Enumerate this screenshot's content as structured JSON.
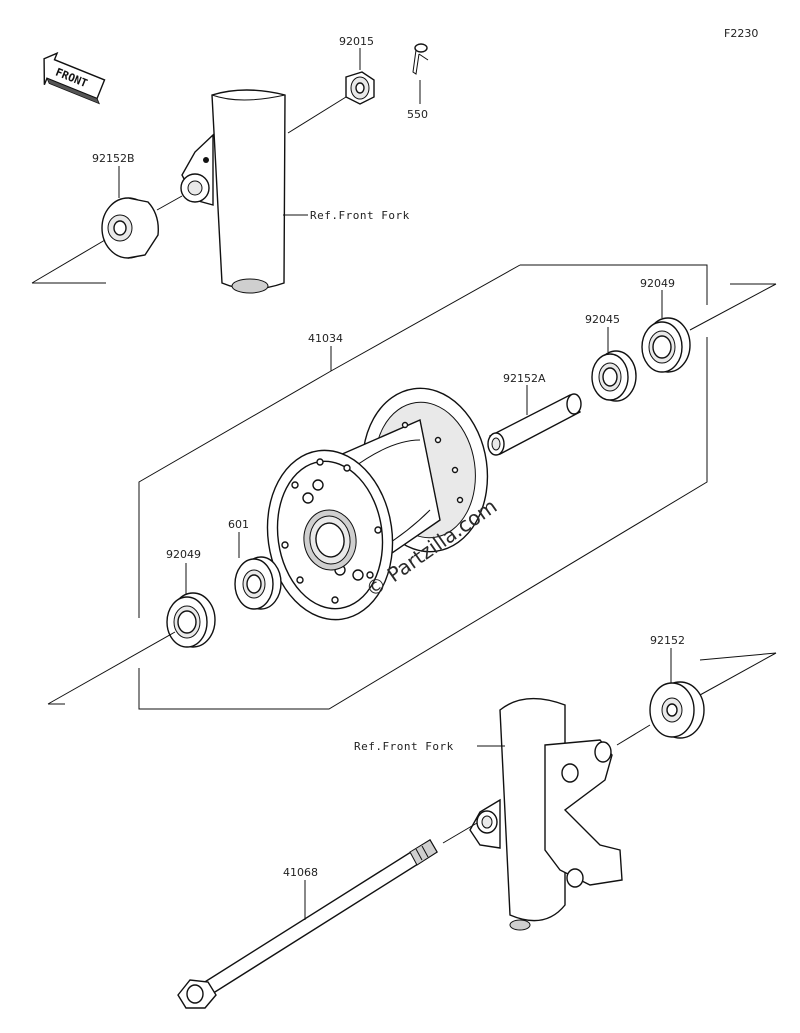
{
  "figure_code": "F2230",
  "front_label": "FRONT",
  "watermark": "© Partzilla.com",
  "callouts": {
    "p92015": "92015",
    "p550": "550",
    "p92152B": "92152B",
    "ref_front_fork_upper": "Ref.Front Fork",
    "p41034": "41034",
    "p92049_right": "92049",
    "p92045": "92045",
    "p92152A": "92152A",
    "p601": "601",
    "p92049_left": "92049",
    "p92152": "92152",
    "ref_front_fork_lower": "Ref.Front Fork",
    "p41068": "41068"
  }
}
